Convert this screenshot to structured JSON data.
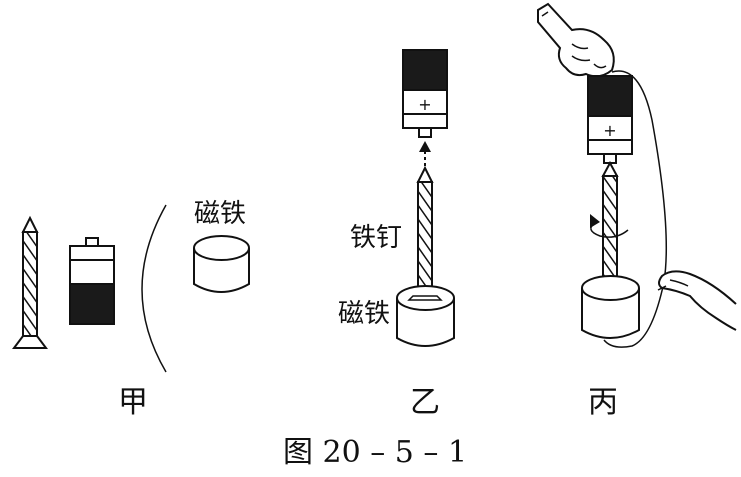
{
  "labels": {
    "magnet_jia": "磁铁",
    "nail_yi": "铁钉",
    "magnet_yi": "磁铁",
    "plus_yi": "+",
    "plus_bing": "+"
  },
  "panels": {
    "jia": "甲",
    "yi": "乙",
    "bing": "丙"
  },
  "caption": "图 20 – 5 – 1"
}
